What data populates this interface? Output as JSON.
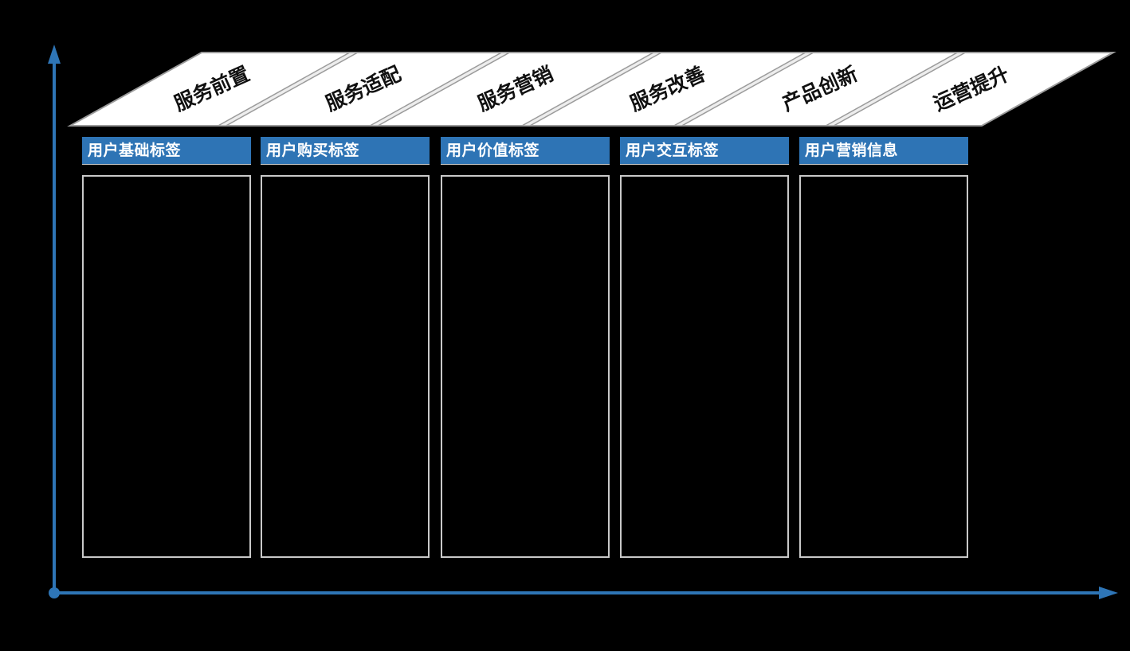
{
  "colors": {
    "background": "#000000",
    "axis": "#2E75B6",
    "band_fill": "#FFFFFF",
    "band_border": "#9B9B9B",
    "divider_fill": "#EDEDED",
    "band_text": "#111111",
    "header_fill": "#2E74B5",
    "header_text": "#FFFFFF",
    "body_border": "#C9C9C9"
  },
  "band": {
    "labels": [
      "服务前置",
      "服务适配",
      "服务营销",
      "服务改善",
      "产品创新",
      "运营提升"
    ]
  },
  "columns": [
    {
      "header": "用户基础标签"
    },
    {
      "header": "用户购买标签"
    },
    {
      "header": "用户价值标签"
    },
    {
      "header": "用户交互标签"
    },
    {
      "header": "用户营销信息"
    }
  ]
}
